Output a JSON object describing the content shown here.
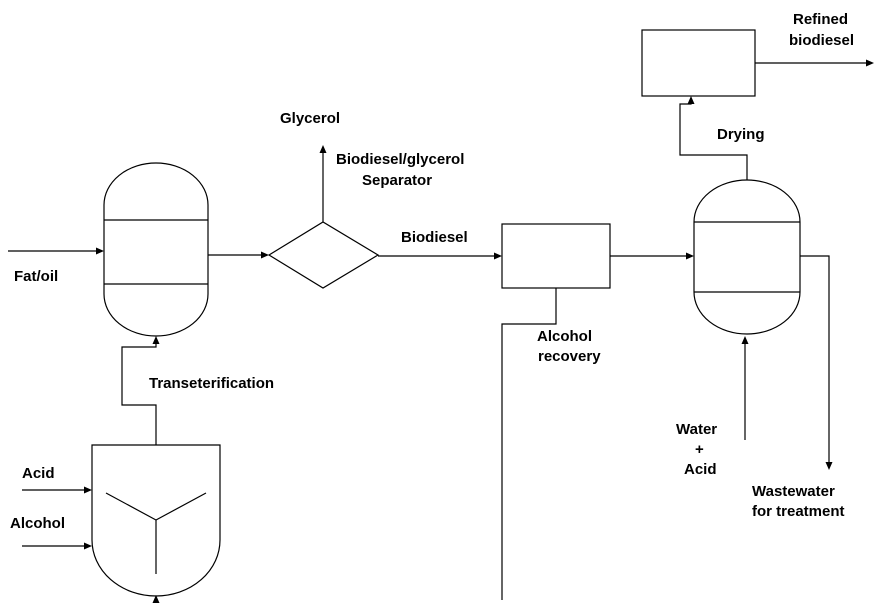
{
  "labels": {
    "refined_line1": "Refined",
    "refined_line2": "biodiesel",
    "glycerol": "Glycerol",
    "separator_line1": "Biodiesel/glycerol",
    "separator_line2": "Separator",
    "drying": "Drying",
    "biodiesel": "Biodiesel",
    "fat_oil": "Fat/oil",
    "alcohol_recovery_line1": "Alcohol",
    "alcohol_recovery_line2": "recovery",
    "transesterification": "Transeterification",
    "water_line1": "Water",
    "water_line2": "+",
    "water_line3": "Acid",
    "acid": "Acid",
    "alcohol": "Alcohol",
    "wastewater_line1": "Wastewater",
    "wastewater_line2": "for treatment"
  }
}
